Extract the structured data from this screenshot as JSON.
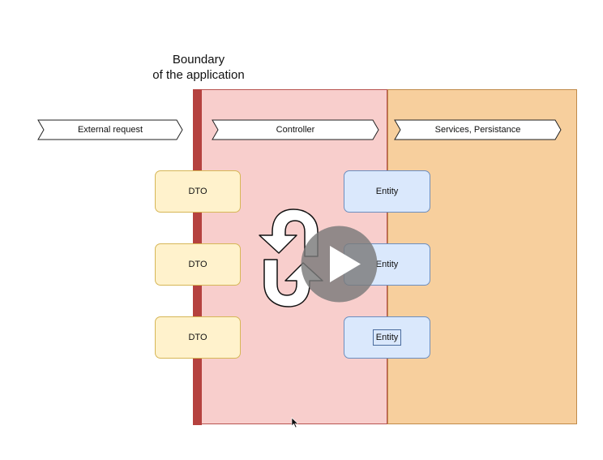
{
  "diagram": {
    "boundary_title_line1": "Boundary",
    "boundary_title_line2": "of the application",
    "arrows": {
      "external": "External request",
      "controller": "Controller",
      "services": "Services, Persistance"
    },
    "dtos": [
      "DTO",
      "DTO",
      "DTO"
    ],
    "entities": [
      "Entity",
      "Entity",
      "Entity"
    ],
    "colors": {
      "controller_zone": "#f8cecc",
      "services_zone": "#f7cf9d",
      "boundary_bar": "#b5423f",
      "dto_fill": "#fff2cc",
      "entity_fill": "#dae8fc"
    },
    "icons": {
      "cycle": "refresh-cycle-icon",
      "play": "play-icon",
      "cursor": "mouse-pointer-icon"
    }
  }
}
